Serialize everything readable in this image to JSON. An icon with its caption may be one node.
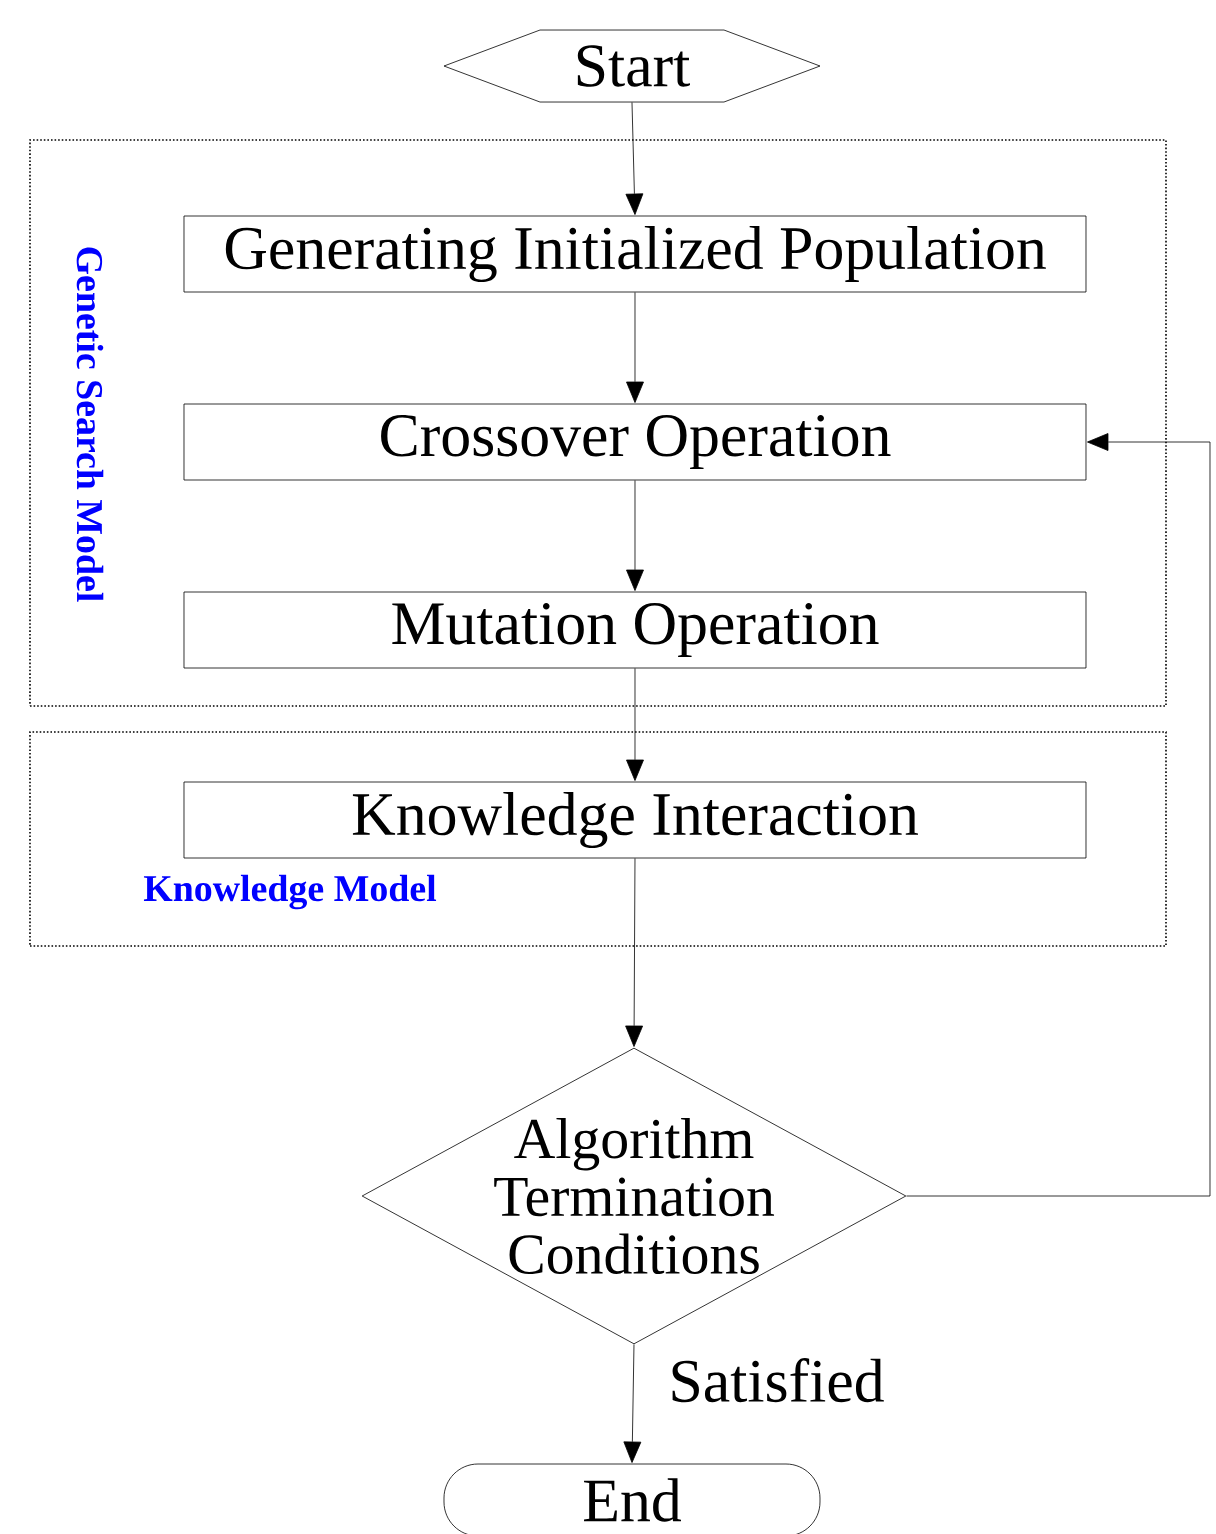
{
  "diagram": {
    "nodes": [
      {
        "text": [
          "Start"
        ]
      },
      {
        "text": [
          "Genetic Search Model"
        ]
      },
      {
        "text": [
          "Generating Initialized Population"
        ],
        "in": 1
      },
      {
        "text": [
          "Crossover Operation"
        ],
        "in": 1
      },
      {
        "text": [
          "Mutation Operation"
        ],
        "in": 1
      },
      {
        "text": [
          "Knowledge Model"
        ]
      },
      {
        "text": [
          "Knowledge Interaction"
        ],
        "in": 5
      },
      {
        "text": [
          "Algorithm Termination Conditions"
        ]
      },
      {
        "text": [
          "End"
        ]
      }
    ],
    "edges": [
      {
        "from": 0,
        "to": 2,
        "arrow": "to"
      },
      {
        "from": 2,
        "to": 3,
        "arrow": "to"
      },
      {
        "from": 3,
        "to": 4,
        "arrow": "to"
      },
      {
        "from": 4,
        "to": 6,
        "arrow": "to"
      },
      {
        "from": 6,
        "to": 7,
        "arrow": "to"
      },
      {
        "from": 7,
        "to": 8,
        "arrow": "to",
        "label": "Satisfied"
      },
      {
        "from": 7,
        "to": 3,
        "arrow": "to"
      }
    ]
  }
}
